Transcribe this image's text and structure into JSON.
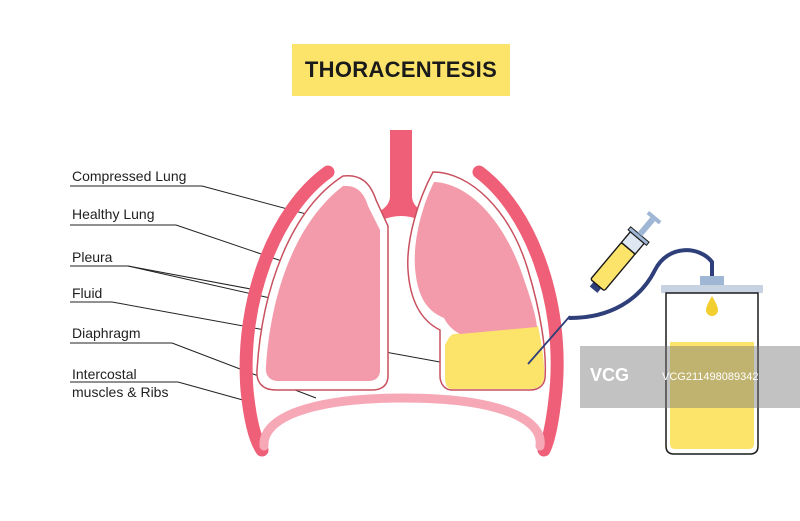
{
  "title": "THORACENTESIS",
  "labels": {
    "compressed_lung": "Compressed Lung",
    "healthy_lung": "Healthy Lung",
    "pleura": "Pleura",
    "fluid": "Fluid",
    "diaphragm": "Diaphragm",
    "intercostal_line1": "Intercostal",
    "intercostal_line2": "muscles & Ribs"
  },
  "watermark": {
    "logo": "VCG",
    "id": "VCG211498089342"
  },
  "colors": {
    "title_bg": "#fce46a",
    "ribs": "#ef5f78",
    "lung": "#f49bab",
    "pleura_line": "#c9505f",
    "fluid": "#fce46a",
    "diaphragm": "#f6a8b6",
    "tube": "#2e3f7a",
    "syringe_barrel": "#9fb6d4"
  }
}
